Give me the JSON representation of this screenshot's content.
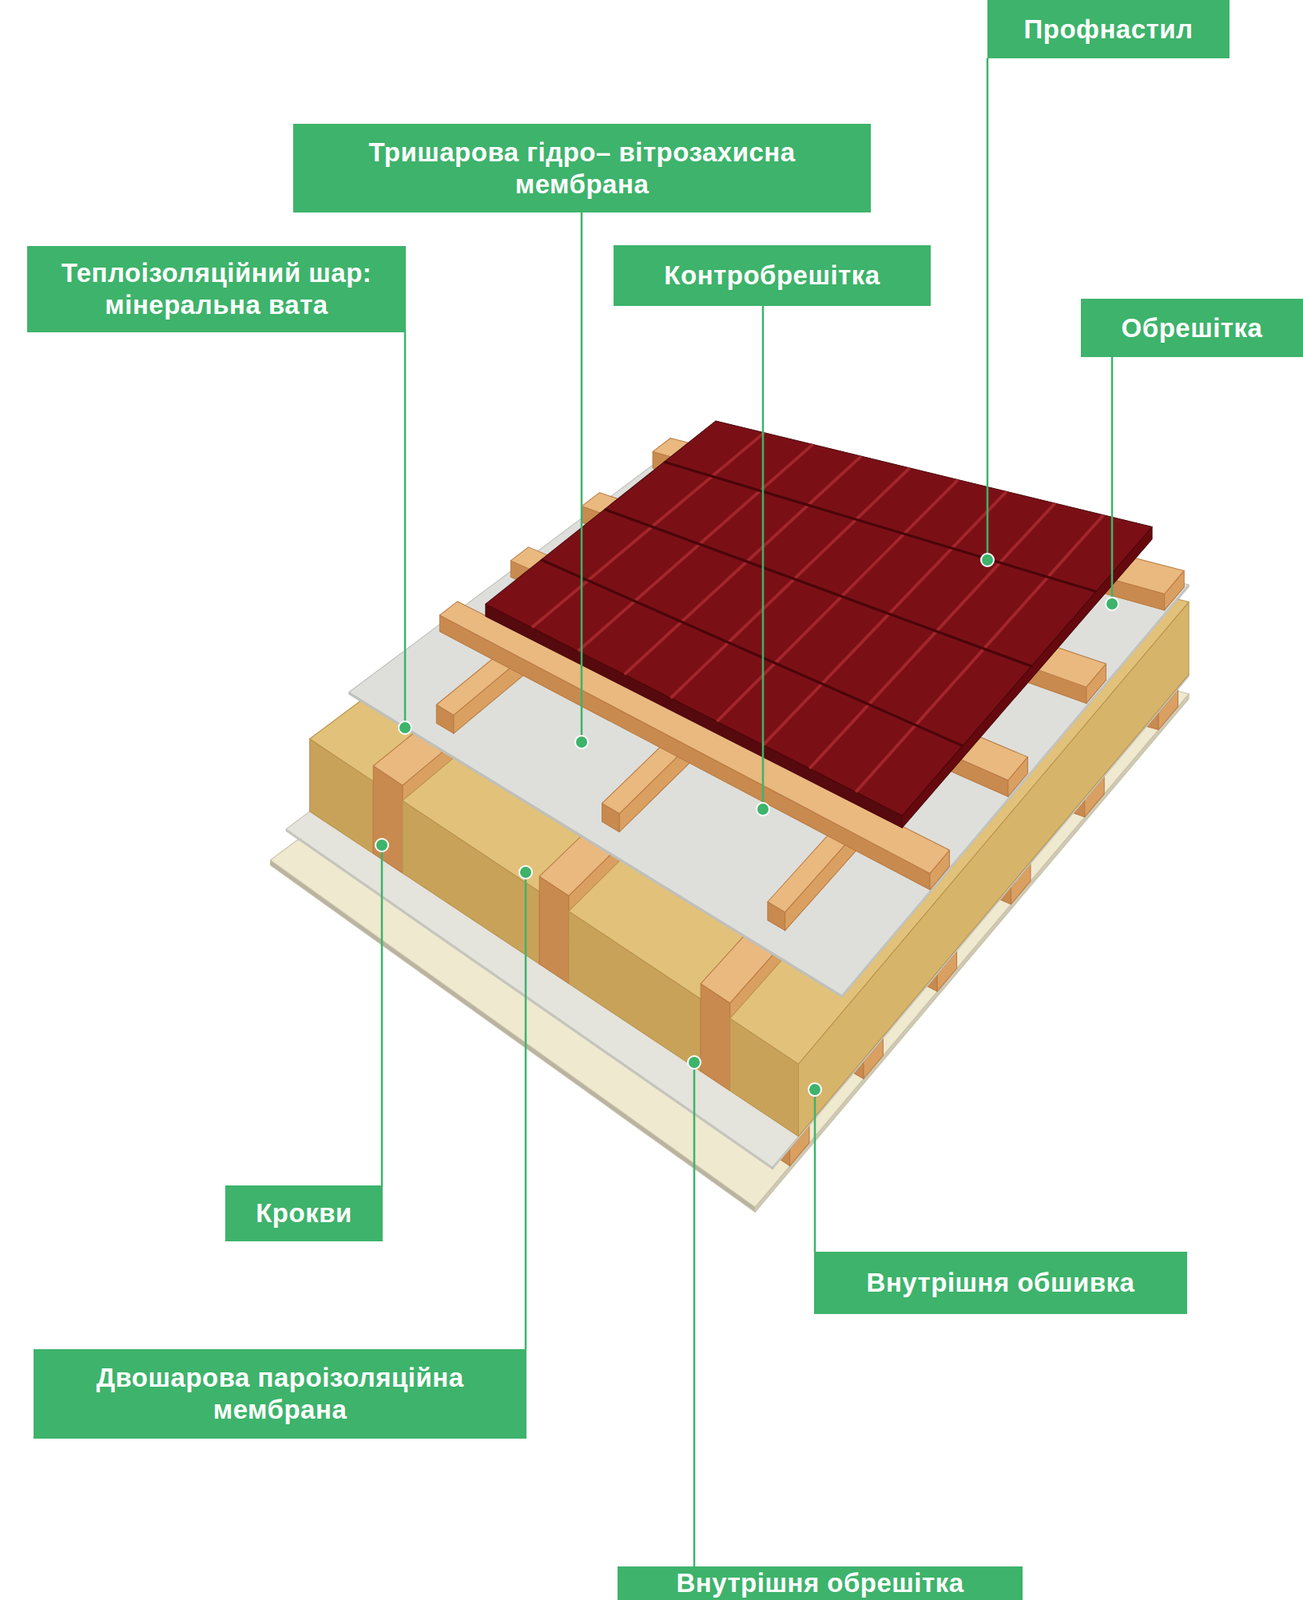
{
  "diagram": {
    "nodes": [
      {
        "text": [
          "Профнастил"
        ]
      },
      {
        "text": [
          "Тришарова гідро– вітрозахисна мембрана"
        ]
      },
      {
        "text": [
          "Теплоізоляційний шар: мінеральна вата"
        ]
      },
      {
        "text": [
          "Контробрешітка"
        ]
      },
      {
        "text": [
          "Обрешітка"
        ]
      },
      {
        "text": [
          "Крокви"
        ]
      },
      {
        "text": [
          "Внутрішня обшивка"
        ]
      },
      {
        "text": [
          "Двошарова пароізоляційна мембрана"
        ]
      },
      {
        "text": [
          "Внутрішня обрешітка"
        ]
      }
    ]
  }
}
